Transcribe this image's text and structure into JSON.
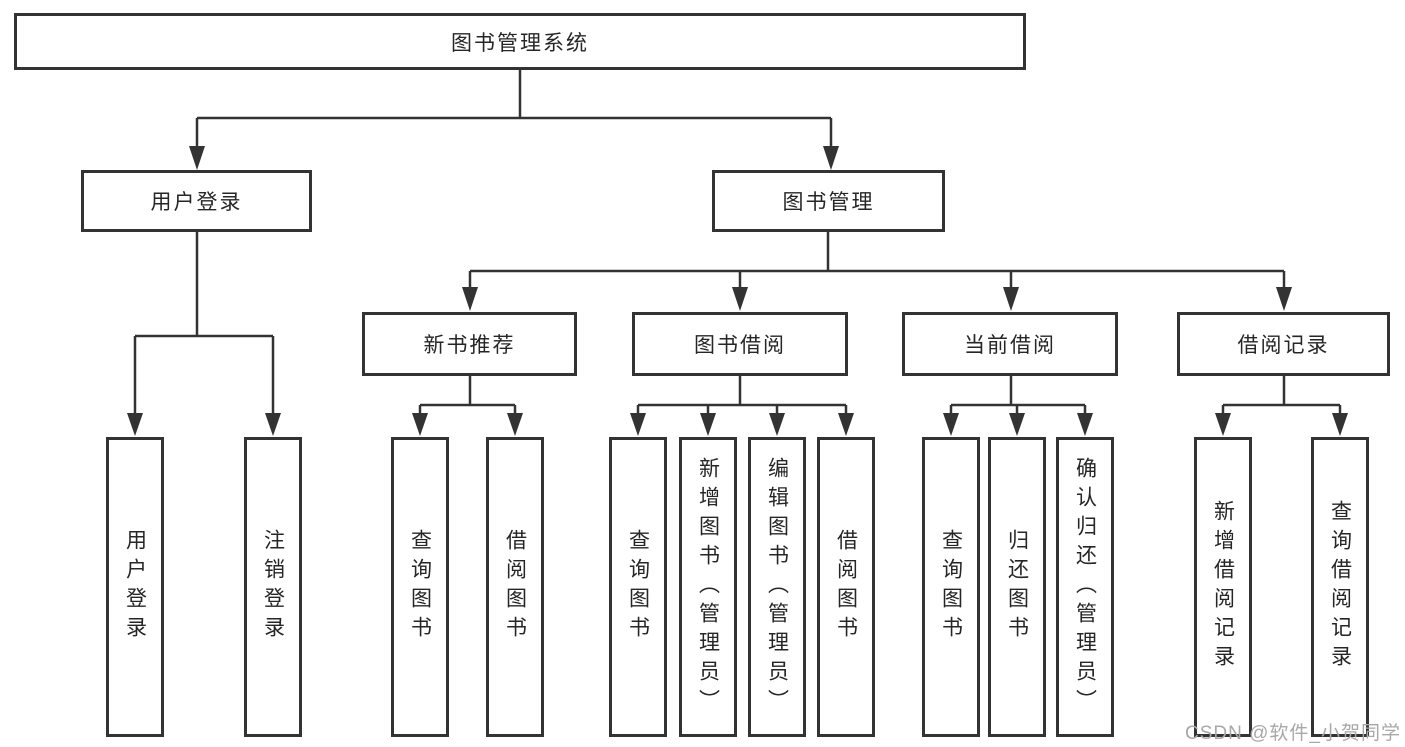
{
  "diagram": {
    "root": {
      "label": "图书管理系统"
    },
    "level2": [
      {
        "label": "用户登录"
      },
      {
        "label": "图书管理"
      }
    ],
    "level3": [
      {
        "label": "新书推荐",
        "parent": "图书管理"
      },
      {
        "label": "图书借阅",
        "parent": "图书管理"
      },
      {
        "label": "当前借阅",
        "parent": "图书管理"
      },
      {
        "label": "借阅记录",
        "parent": "图书管理"
      }
    ],
    "leaves": [
      {
        "label": "用户登录",
        "parent": "用户登录"
      },
      {
        "label": "注销登录",
        "parent": "用户登录"
      },
      {
        "label": "查询图书",
        "parent": "新书推荐"
      },
      {
        "label": "借阅图书",
        "parent": "新书推荐"
      },
      {
        "label": "查询图书",
        "parent": "图书借阅"
      },
      {
        "label": "新增图书（管理员）",
        "parent": "图书借阅"
      },
      {
        "label": "编辑图书（管理员）",
        "parent": "图书借阅"
      },
      {
        "label": "借阅图书",
        "parent": "图书借阅"
      },
      {
        "label": "查询图书",
        "parent": "当前借阅"
      },
      {
        "label": "归还图书",
        "parent": "当前借阅"
      },
      {
        "label": "确认归还（管理员）",
        "parent": "当前借阅"
      },
      {
        "label": "新增借阅记录",
        "parent": "借阅记录"
      },
      {
        "label": "查询借阅记录",
        "parent": "借阅记录"
      }
    ],
    "watermark": "CSDN @软件_小贺同学",
    "colors": {
      "line": "#333333",
      "box_border": "#333333",
      "box_background": "#ffffff",
      "text": "#262626",
      "watermark": "#a8a8a8"
    }
  }
}
